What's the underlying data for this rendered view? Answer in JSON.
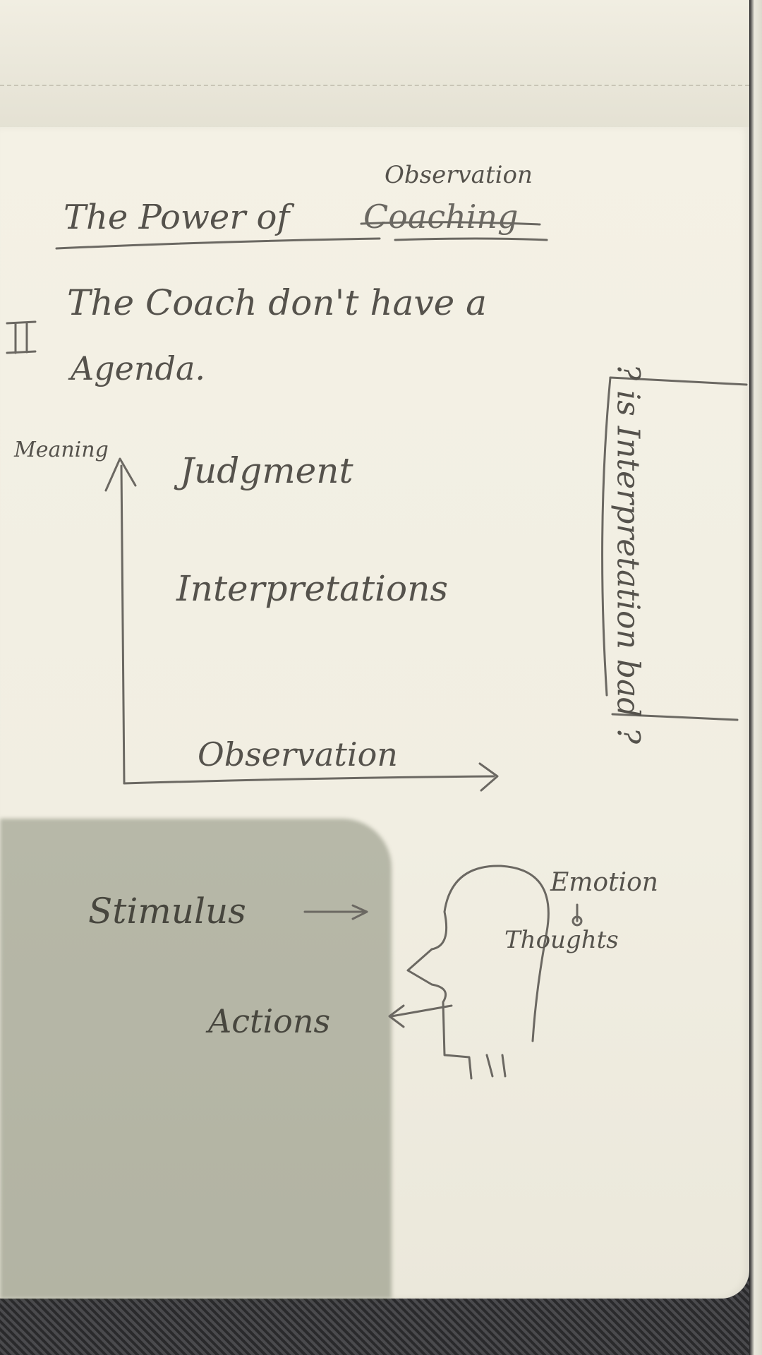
{
  "note": {
    "title_prefix": "The Power of",
    "title_struck_word": "Coaching",
    "title_correction": "Observation",
    "section_marker": "II",
    "line1": "The Coach don't have a",
    "line2": "Agenda.",
    "diagram": {
      "axis_label_vertical": "Meaning",
      "label_top": "Judgment",
      "label_middle": "Interpretations",
      "axis_label_horizontal": "Observation"
    },
    "boxed_note": "? is Interpretation bad ?",
    "flow": {
      "stimulus": "Stimulus",
      "emotion": "Emotion",
      "thoughts": "Thoughts",
      "actions": "Actions"
    }
  }
}
